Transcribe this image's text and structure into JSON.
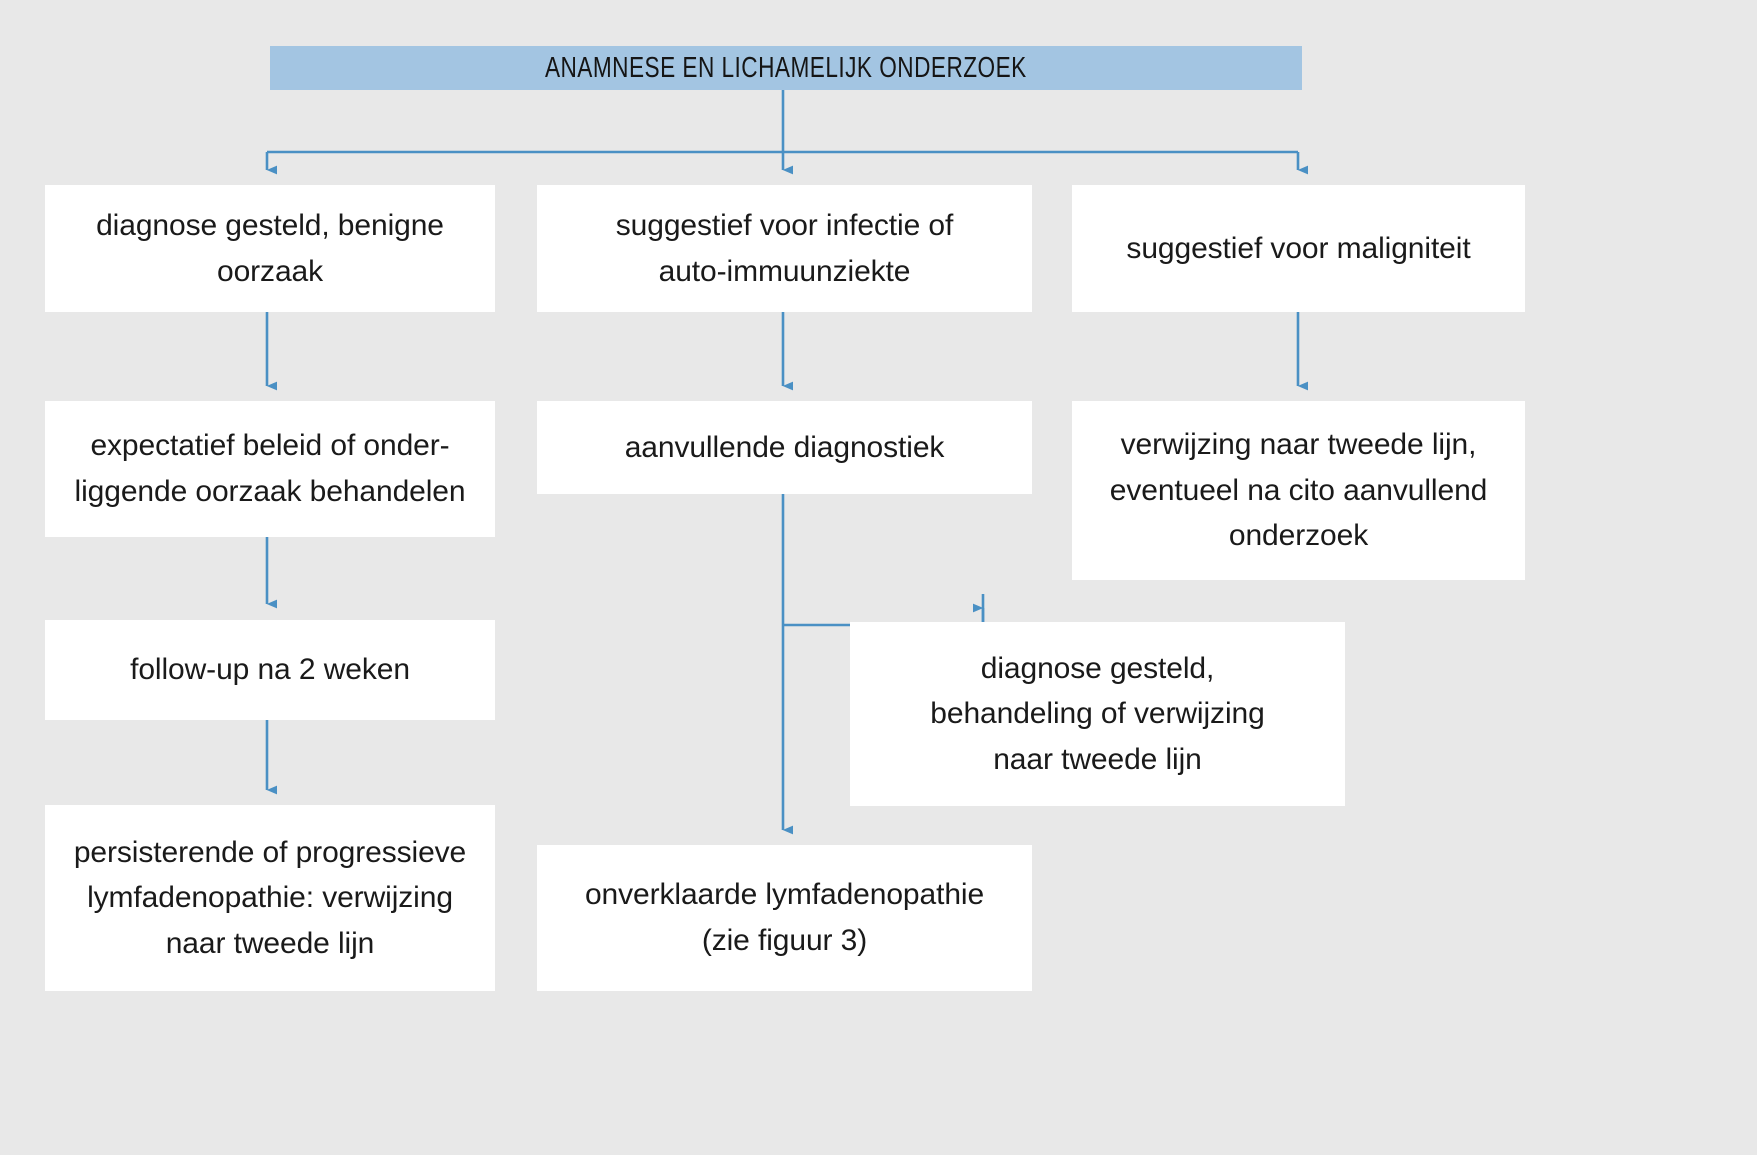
{
  "diagram": {
    "title": "ANAMNESE EN LICHAMELIJK ONDERZOEK",
    "background_color": "#e8e8e8",
    "node_fill": "#ffffff",
    "header_fill": "#a3c5e2",
    "connector_color": "#4a90c4",
    "text_color": "#1a1a1a",
    "nodes": {
      "root": "ANAMNESE EN LICHAMELIJK ONDERZOEK",
      "branch_left": "diagnose gesteld, benigne\noorzaak",
      "branch_middle": "suggestief voor infectie of\nauto-immuunziekte",
      "branch_right": "suggestief voor maligniteit",
      "left_step2": "expectatief beleid of onder-\nliggende oorzaak behandelen",
      "left_step3": "follow-up na 2 weken",
      "left_step4": "persisterende of progressieve\nlymfadenopathie: verwijzing\nnaar tweede lijn",
      "middle_step2": "aanvullende diagnostiek",
      "middle_step3": "onverklaarde lymfadenopathie\n(zie figuur 3)",
      "right_step2": "verwijzing naar tweede lijn,\neventueel na cito aanvullend\nonderzoek",
      "diagnosis_made": "diagnose gesteld,\nbehandeling of verwijzing\nnaar tweede lijn"
    }
  }
}
